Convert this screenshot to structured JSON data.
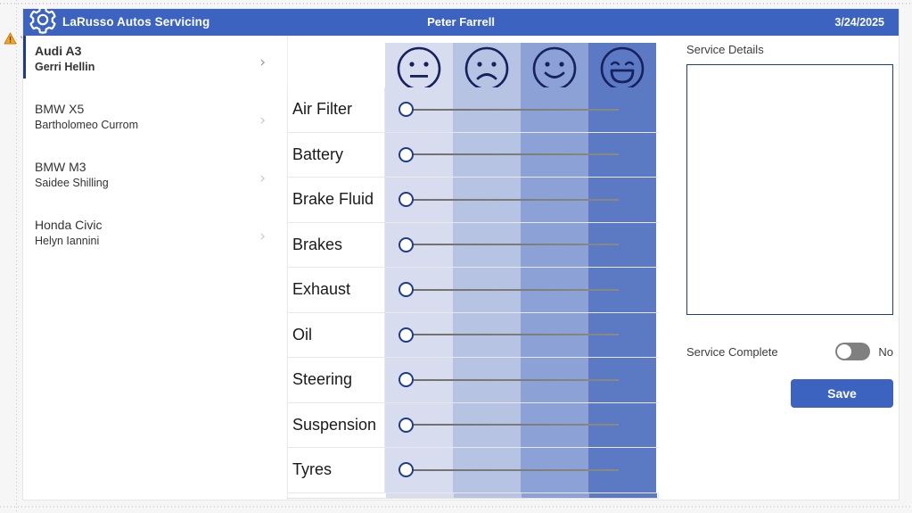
{
  "header": {
    "app_title": "LaRusso Autos Servicing",
    "user_name": "Peter Farrell",
    "date": "3/24/2025",
    "gear_icon": "gear-icon",
    "bar_color": "#3b63bf"
  },
  "left_gutter": {
    "warning_icon": "warning-triangle-icon",
    "chevron_icon": "chevron-down-icon"
  },
  "sidebar": {
    "items": [
      {
        "model": "Audi A3",
        "owner": "Gerri Hellin",
        "selected": true,
        "chevron": "›"
      },
      {
        "model": "BMW X5",
        "owner": "Bartholomeo Currom",
        "selected": false,
        "chevron": "›"
      },
      {
        "model": "BMW M3",
        "owner": "Saidee Shilling",
        "selected": false,
        "chevron": "›"
      },
      {
        "model": "Honda Civic",
        "owner": "Helyn Iannini",
        "selected": false,
        "chevron": "›"
      }
    ]
  },
  "matrix": {
    "rating_columns": [
      {
        "icon": "neutral-face-icon",
        "bg": "#d7dcee"
      },
      {
        "icon": "sad-face-icon",
        "bg": "#b7c3e2"
      },
      {
        "icon": "smiling-face-icon",
        "bg": "#8ca1d6"
      },
      {
        "icon": "grinning-face-icon",
        "bg": "#5c7ac4"
      }
    ],
    "rows": [
      {
        "label": "Air Filter",
        "value": 0
      },
      {
        "label": "Battery",
        "value": 0
      },
      {
        "label": "Brake Fluid",
        "value": 0
      },
      {
        "label": "Brakes",
        "value": 0
      },
      {
        "label": "Exhaust",
        "value": 0
      },
      {
        "label": "Oil",
        "value": 0
      },
      {
        "label": "Steering",
        "value": 0
      },
      {
        "label": "Suspension",
        "value": 0
      },
      {
        "label": "Tyres",
        "value": 0
      }
    ]
  },
  "details_panel": {
    "section_label": "Service Details",
    "notes_value": "",
    "notes_placeholder": "",
    "service_complete_label": "Service Complete",
    "service_complete_state": "No",
    "service_complete_on": false,
    "save_label": "Save",
    "accent_color": "#3b63bf"
  }
}
